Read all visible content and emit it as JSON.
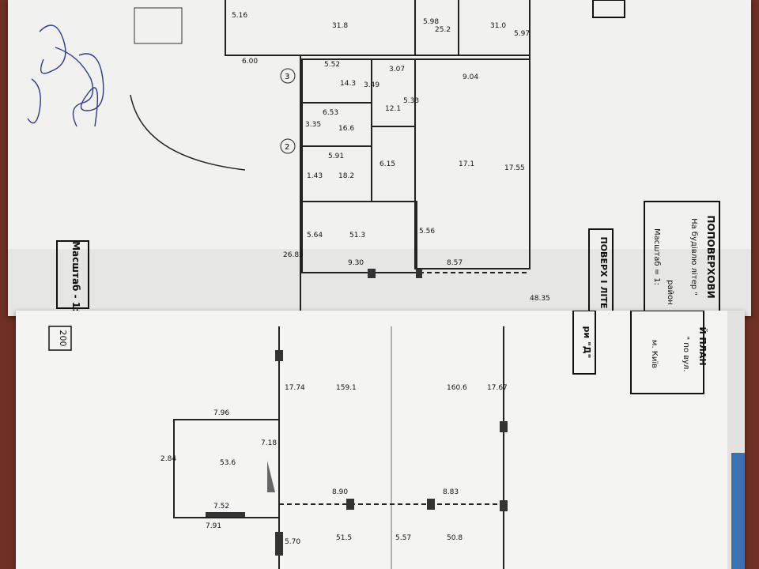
{
  "top_sheet": {
    "scale_label": "Масштаб - 1:",
    "title_block": {
      "heading": "ПОПОВЕРХОВИ",
      "line1": "На будівлю літер \"",
      "line2": "район",
      "line3": "Масштаб = 1:"
    },
    "floor_label": "ПОВЕРХ І ЛІТЕ",
    "dimensions": [
      "5.16",
      "6.00",
      "5.52",
      "3.07",
      "3.49",
      "5.98",
      "9.04",
      "5.97",
      "6.53",
      "3.35",
      "5.33",
      "5.91",
      "6.15",
      "1.43",
      "5.64",
      "5.56",
      "26.85",
      "9.30",
      "8.57",
      "17.55",
      "48.35"
    ],
    "areas": [
      "31.8",
      "14.3",
      "12.1",
      "16.6",
      "18.2",
      "51.3",
      "17.1",
      "31.0",
      "25.2"
    ],
    "markers": [
      "3",
      "2"
    ]
  },
  "bottom_sheet": {
    "page_number": "200",
    "title_block": {
      "heading": "Й ПЛАН",
      "line1": "\" по вул.",
      "line2": "м. Київ",
      "line3": "ри \"Д\""
    },
    "dimensions": [
      "7.96",
      "2.84",
      "7.52",
      "7.91",
      "5.70",
      "8.90",
      "8.83",
      "17.74",
      "17.67",
      "5.57",
      "7.18"
    ],
    "areas": [
      "53.6",
      "159.1",
      "160.6",
      "51.5",
      "50.8"
    ]
  }
}
